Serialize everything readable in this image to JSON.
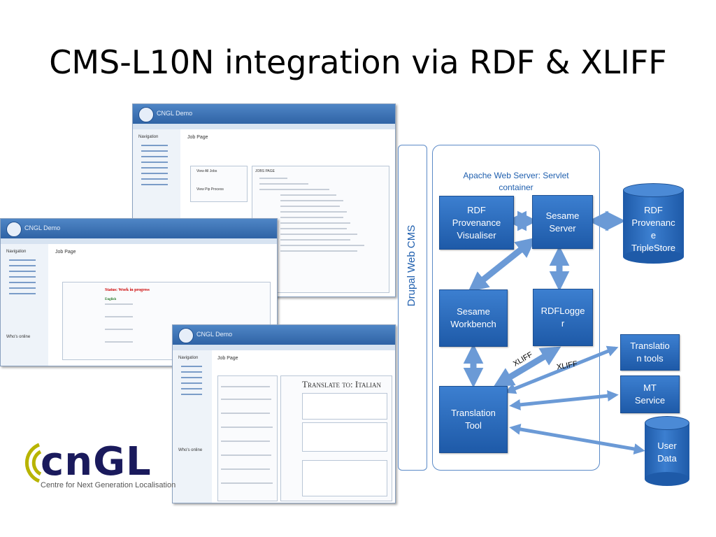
{
  "title": "CMS-L10N integration via RDF & XLIFF",
  "screenshots": {
    "brand": "CNGL Demo",
    "nav_title": "Navigation",
    "page_title": "Job Page",
    "who_online": "Who's online",
    "status_text": "Status: Work in progress",
    "job_page_header": "JOBS PAGE",
    "translate_to": "Translate to: Italian",
    "language_label": "English",
    "button_view_all": "View All Jobs",
    "button_view_process": "View Pip Process"
  },
  "diagram": {
    "cms_label": "Drupal Web CMS",
    "server_label": "Apache Web Server: Servlet container",
    "nodes": {
      "rdf_visualiser": [
        "RDF",
        "Provenance",
        "Visualiser"
      ],
      "sesame_server": [
        "Sesame",
        "Server"
      ],
      "sesame_workbench": [
        "Sesame",
        "Workbench"
      ],
      "rdf_logger": [
        "RDFLogge",
        "r"
      ],
      "translation_tool": [
        "Translation",
        "Tool"
      ],
      "translation_tools": [
        "Translatio",
        "n tools"
      ],
      "mt_service": [
        "MT",
        "Service"
      ]
    },
    "stores": {
      "triplestore": [
        "RDF",
        "Provenanc",
        "e",
        "TripleStore"
      ],
      "user_data": [
        "User",
        "Data"
      ]
    },
    "edge_labels": {
      "xliff_1": "XLIFF",
      "xliff_2": "XLIFF"
    },
    "colors": {
      "node": "#2a6ac0",
      "arrow": "#6b9ad6",
      "label": "#1f5fae"
    }
  },
  "logo": {
    "word": "cnGL",
    "subtitle": "Centre for Next Generation Localisation"
  }
}
